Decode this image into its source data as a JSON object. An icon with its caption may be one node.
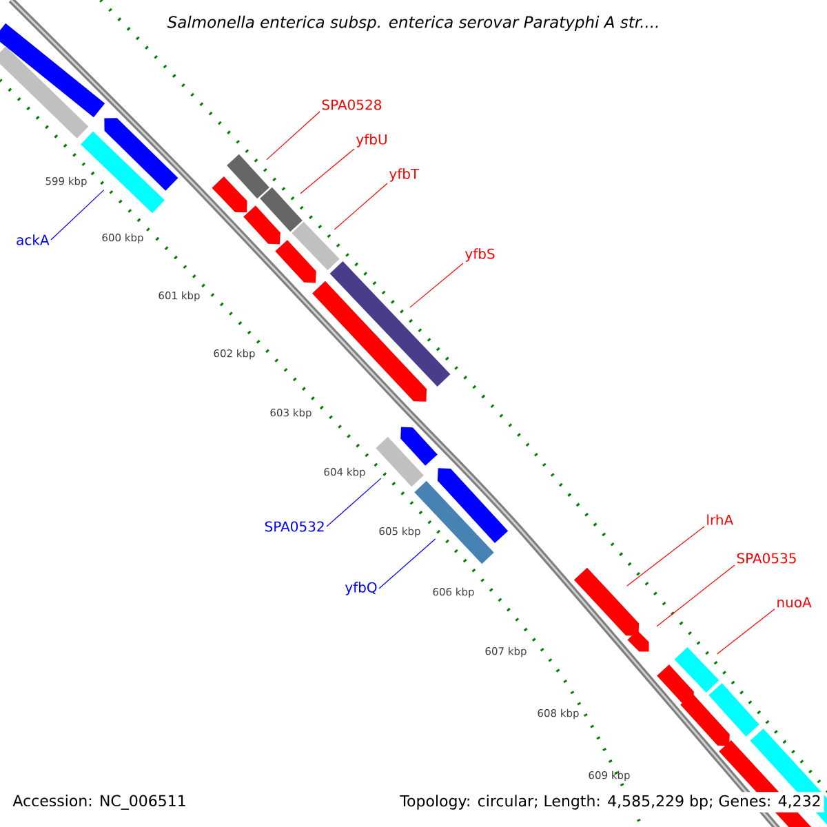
{
  "diagram": {
    "title": "Salmonella enterica subsp. enterica serovar Paratyphi A str....",
    "nodes": [
      {
        "text": [
          "SPA0528"
        ]
      },
      {
        "text": [
          "yfbU"
        ]
      },
      {
        "text": [
          "yfbT"
        ]
      },
      {
        "text": [
          "yfbS"
        ]
      },
      {
        "text": [
          "ackA"
        ]
      },
      {
        "text": [
          "SPA0532"
        ]
      },
      {
        "text": [
          "yfbQ"
        ]
      },
      {
        "text": [
          "lrhA"
        ]
      },
      {
        "text": [
          "SPA0535"
        ]
      },
      {
        "text": [
          "nuoA"
        ]
      },
      {
        "text": [],
        "shape": "bar"
      },
      {
        "text": [],
        "shape": "bar"
      },
      {
        "text": [],
        "shape": "bar"
      },
      {
        "text": [],
        "shape": "bar"
      },
      {
        "text": [],
        "shape": "bar"
      },
      {
        "text": [],
        "shape": "bar"
      },
      {
        "text": [],
        "shape": "bar"
      },
      {
        "text": [],
        "shape": "bar"
      },
      {
        "text": [],
        "shape": "bar"
      },
      {
        "text": [],
        "shape": "bar"
      },
      {
        "text": [],
        "shape": "bar"
      },
      {
        "text": [],
        "shape": "bar"
      },
      {
        "text": [],
        "shape": "bar"
      },
      {
        "text": [],
        "shape": "bar"
      },
      {
        "text": [],
        "shape": "bar"
      },
      {
        "text": [],
        "shape": "bar"
      },
      {
        "text": [],
        "shape": "bar"
      },
      {
        "text": [],
        "shape": "bar"
      },
      {
        "text": [],
        "shape": "bar"
      },
      {
        "text": [],
        "shape": "bar"
      },
      {
        "text": [],
        "shape": "bar"
      },
      {
        "text": [],
        "shape": "bar"
      },
      {
        "text": [],
        "shape": "bar"
      },
      {
        "text": [],
        "shape": "bar"
      }
    ],
    "edges": [
      {
        "from": 0,
        "to": 14,
        "arrow": "none"
      },
      {
        "from": 1,
        "to": 16,
        "arrow": "none"
      },
      {
        "from": 2,
        "to": 18,
        "arrow": "none"
      },
      {
        "from": 3,
        "to": 20,
        "arrow": "none"
      },
      {
        "from": 4,
        "to": 13,
        "arrow": "none",
        "color": "#0000ff"
      },
      {
        "from": 5,
        "to": 23,
        "arrow": "none",
        "color": "#0000ff"
      },
      {
        "from": 6,
        "to": 25,
        "arrow": "none",
        "color": "#0000ff"
      },
      {
        "from": 7,
        "to": 26,
        "arrow": "none"
      },
      {
        "from": 8,
        "to": 27,
        "arrow": "none"
      },
      {
        "from": 9,
        "to": 28,
        "arrow": "none"
      }
    ],
    "labels": [
      "599 kbp",
      "600 kbp",
      "601 kbp",
      "602 kbp",
      "603 kbp",
      "604 kbp",
      "605 kbp",
      "606 kbp",
      "607 kbp",
      "608 kbp",
      "609 kbp",
      "Accession: NC_006511",
      "Topology: circular; Length: 4,585,229 bp; Genes: 4,232"
    ]
  }
}
